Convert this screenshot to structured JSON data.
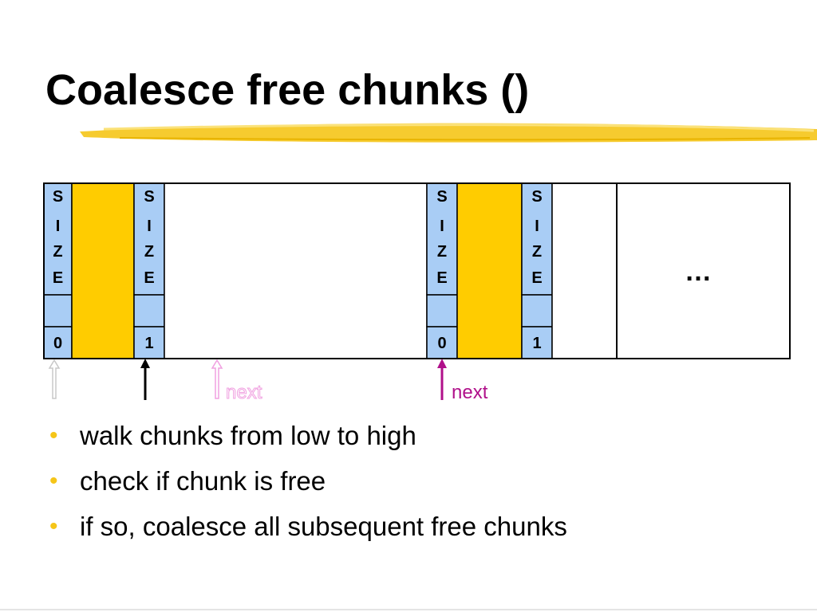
{
  "title": "Coalesce free chunks ()",
  "diagram": {
    "size_letters": [
      "S",
      "I",
      "Z",
      "E"
    ],
    "chunks": [
      {
        "flag": "0"
      },
      {
        "flag": "1"
      },
      {
        "flag": "0"
      },
      {
        "flag": "1"
      }
    ],
    "ellipsis": "…",
    "next_labels": [
      "next",
      "next"
    ]
  },
  "bullets": [
    "walk chunks from low to high",
    "check if chunk is free",
    "if so, coalesce all subsequent free chunks"
  ],
  "colors": {
    "size_cell": "#a9cdf5",
    "payload": "#ffcc00",
    "highlight": "#f5c518",
    "next_faded": "#f0a0e0",
    "next_active": "#b0108a",
    "bullet": "#f5c518"
  }
}
